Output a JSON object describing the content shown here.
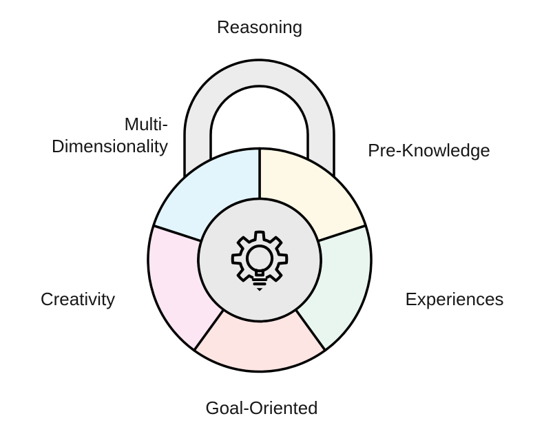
{
  "page": {
    "background": "#ffffff",
    "kind": "padlock-concept-diagram"
  },
  "lock": {
    "top_label": "Reasoning",
    "stroke_color": "#000000",
    "shackle_color": "#ececec",
    "hub_color": "#e9e9e9",
    "hub_icon": "gear-lightbulb-icon",
    "segments": [
      {
        "id": "pre-knowledge",
        "label": "Pre-Knowledge",
        "color": "#fdf9e6",
        "position": "upper-right"
      },
      {
        "id": "experiences",
        "label": "Experiences",
        "color": "#e8f6ef",
        "position": "right"
      },
      {
        "id": "goal-oriented",
        "label": "Goal-Oriented",
        "color": "#fde5e3",
        "position": "bottom"
      },
      {
        "id": "creativity",
        "label": "Creativity",
        "color": "#fce6f4",
        "position": "left"
      },
      {
        "id": "multi-dimensionality",
        "label": "Multi-Dimensionality",
        "label_lines": [
          "Multi-",
          "Dimensionality"
        ],
        "color": "#e3f5fc",
        "position": "upper-left"
      }
    ]
  }
}
